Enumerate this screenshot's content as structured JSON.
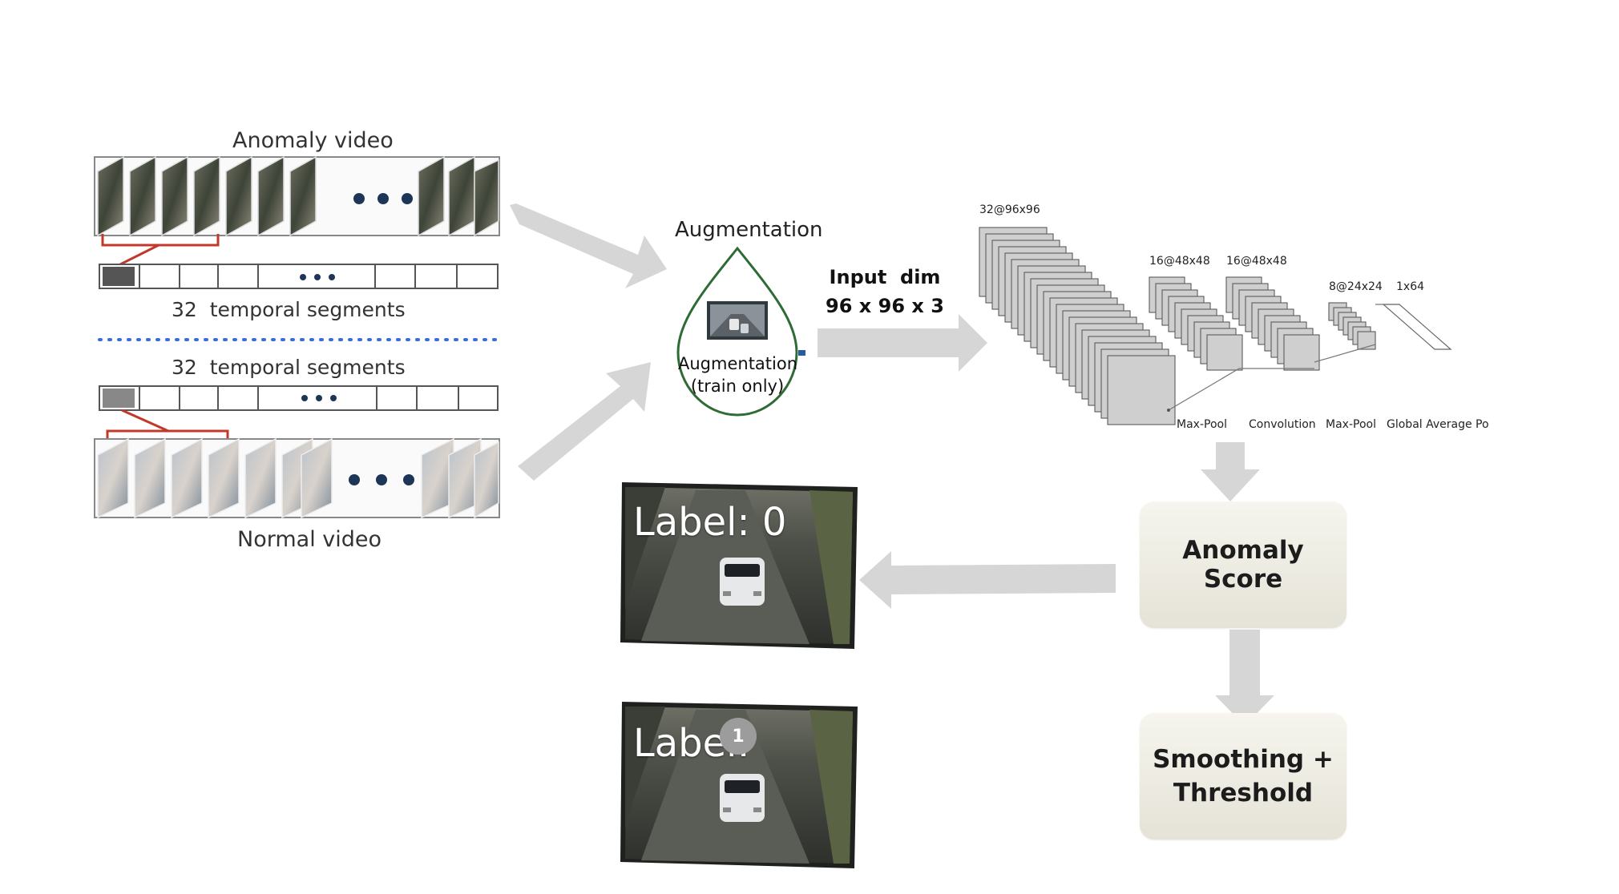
{
  "anomaly_video_label": "Anomaly video",
  "normal_video_label": "Normal video",
  "segments_top": {
    "count": "32",
    "label": "temporal segments"
  },
  "segments_bottom": {
    "count": "32",
    "label": "temporal segments"
  },
  "augmentation": {
    "title": "Augmentation",
    "line1": "Augmentation",
    "line2": "(train only)"
  },
  "input_dim": {
    "line1": "Input  dim",
    "line2": "96 x 96 x 3"
  },
  "cnn": {
    "shapes": [
      "32@96x96",
      "16@48x48",
      "16@48x48",
      "8@24x24",
      "1x64"
    ],
    "layers": [
      "Max-Pool",
      "Convolution",
      "Max-Pool",
      "Global Average Po"
    ]
  },
  "anomaly_score": "Anomaly Score",
  "smoothing": {
    "line1": "Smoothing +",
    "line2": "Threshold"
  },
  "frames": {
    "label_top": "Label: 0",
    "label_bottom": "Label:",
    "badge": "1"
  },
  "colors": {
    "arrow": "#d6d6d6",
    "drop_border": "#2e6b35",
    "dots": "#1d3557",
    "red_bracket": "#c0392b",
    "box_top": "#f6f5ee",
    "box_bottom": "#e5e3d7"
  }
}
